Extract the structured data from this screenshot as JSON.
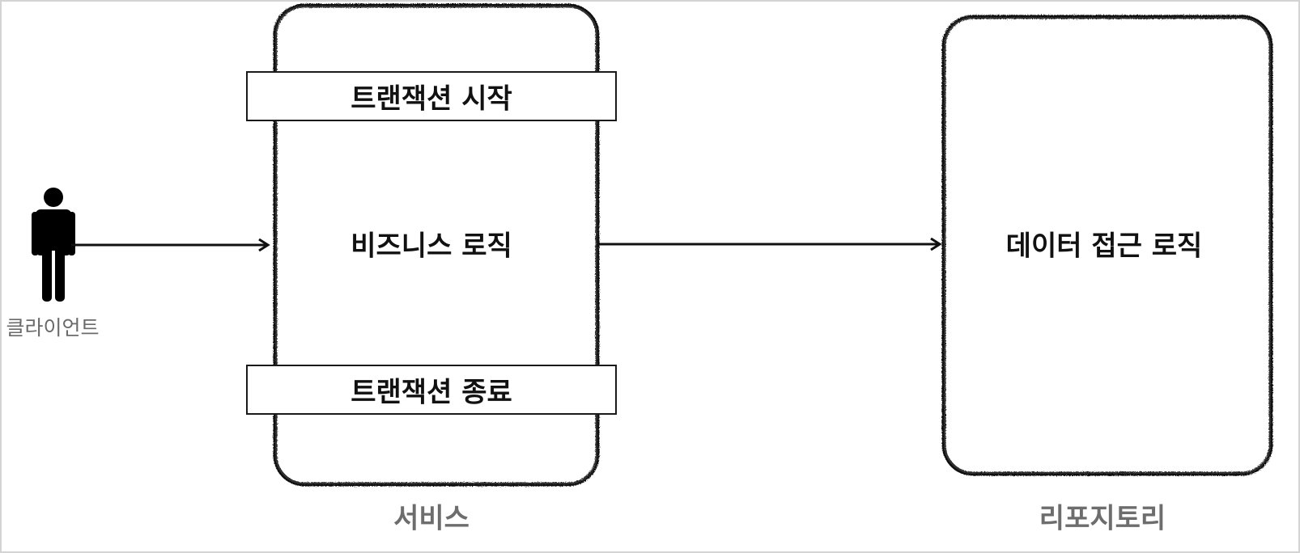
{
  "client": {
    "label": "클라이언트"
  },
  "service": {
    "caption": "서비스",
    "tx_start": "트랜잭션 시작",
    "business_logic": "비즈니스 로직",
    "tx_end": "트랜잭션 종료"
  },
  "repository": {
    "caption": "리포지토리",
    "data_access_logic": "데이터 접근 로직"
  },
  "colors": {
    "stroke": "#111111",
    "caption": "#6d6d6d",
    "border": "#d4d4d4"
  }
}
